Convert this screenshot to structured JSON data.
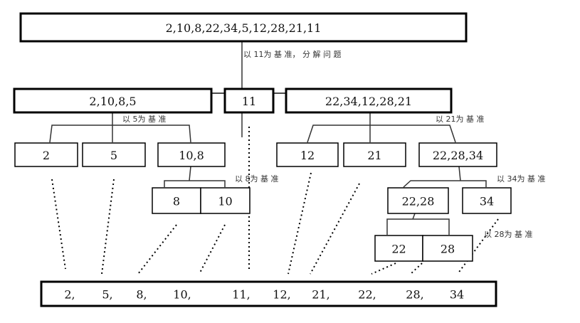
{
  "root": "2,10,8,22,34,5,12,28,21,11",
  "level1": [
    "2,10,8,5",
    "11",
    "22,34,12,28,21"
  ],
  "level2": [
    "2",
    "5",
    "10,8",
    "12",
    "21",
    "22,28,34"
  ],
  "level3": [
    "8",
    "10",
    "22,28",
    "34"
  ],
  "level4": [
    "22",
    "28"
  ],
  "result": [
    "2,",
    "5,",
    "8,",
    "10,",
    "11,",
    "12,",
    "21,",
    "22,",
    "28,",
    "34"
  ],
  "notes": {
    "pivot_11": "以 11为 基 准， 分 解 问 题",
    "pivot_5": "以 5为 基 准",
    "pivot_21": "以 21为 基 准",
    "pivot_8": "以 8为 基 准",
    "pivot_34": "以 34为 基 准",
    "pivot_28": "以 28为 基 准"
  }
}
